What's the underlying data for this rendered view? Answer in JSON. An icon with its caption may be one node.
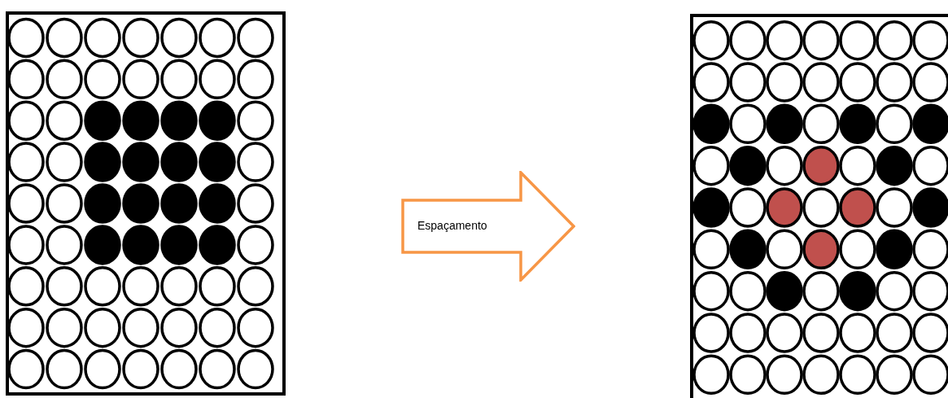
{
  "diagram": {
    "nodes": [
      {
        "text": [],
        "shape": "box"
      },
      {
        "text": [],
        "shape": "box"
      },
      {
        "text": [
          "Espaçamento"
        ]
      }
    ]
  }
}
